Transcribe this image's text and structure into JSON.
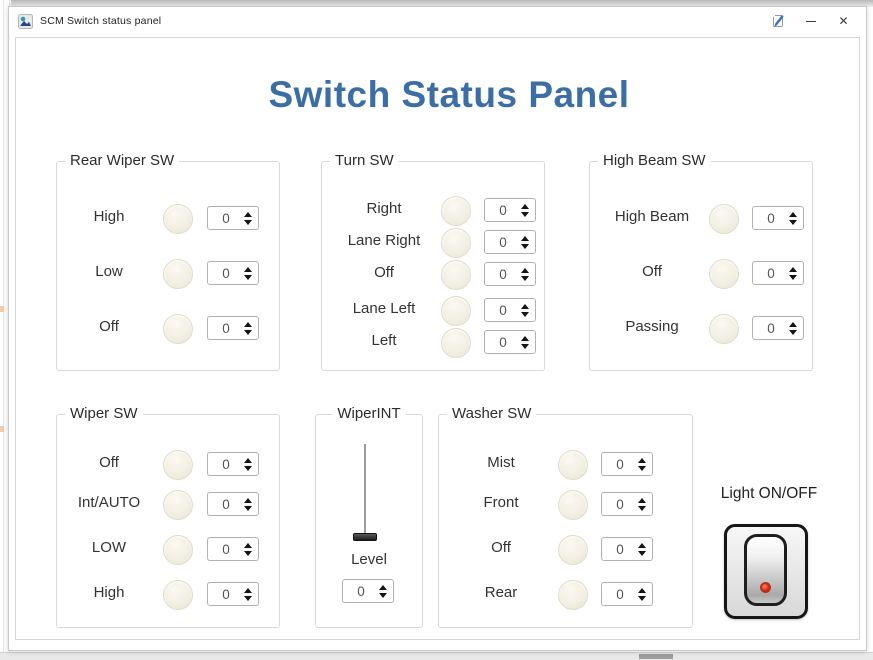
{
  "window": {
    "title": "SCM Switch status panel",
    "controls": {
      "minimize_glyph": "",
      "close_glyph": "✕"
    }
  },
  "main": {
    "title": "Switch Status Panel"
  },
  "colors": {
    "title_blue": "#3A6EA5",
    "led_fill": "#F2F0E3",
    "red_indicator": "#E02A10"
  },
  "groups": [
    {
      "label": "Rear Wiper SW",
      "rows": [
        {
          "label": "High",
          "value": "0"
        },
        {
          "label": "Low",
          "value": "0"
        },
        {
          "label": "Off",
          "value": "0"
        }
      ]
    },
    {
      "label": "Turn SW",
      "rows": [
        {
          "label": "Right",
          "value": "0"
        },
        {
          "label": "Lane Right",
          "value": "0"
        },
        {
          "label": "Off",
          "value": "0"
        },
        {
          "label": "Lane Left",
          "value": "0"
        },
        {
          "label": "Left",
          "value": "0"
        }
      ]
    },
    {
      "label": "High Beam SW",
      "rows": [
        {
          "label": "High Beam",
          "value": "0"
        },
        {
          "label": "Off",
          "value": "0"
        },
        {
          "label": "Passing",
          "value": "0"
        }
      ]
    },
    {
      "label": "Wiper SW",
      "rows": [
        {
          "label": "Off",
          "value": "0"
        },
        {
          "label": "Int/AUTO",
          "value": "0"
        },
        {
          "label": "LOW",
          "value": "0"
        },
        {
          "label": "High",
          "value": "0"
        }
      ]
    },
    {
      "label": "Washer SW",
      "rows": [
        {
          "label": "Mist",
          "value": "0"
        },
        {
          "label": "Front",
          "value": "0"
        },
        {
          "label": "Off",
          "value": "0"
        },
        {
          "label": "Rear",
          "value": "0"
        }
      ]
    }
  ],
  "wiperint": {
    "label": "WiperINT",
    "level_label": "Level",
    "value": "0"
  },
  "light": {
    "label": "Light ON/OFF"
  }
}
